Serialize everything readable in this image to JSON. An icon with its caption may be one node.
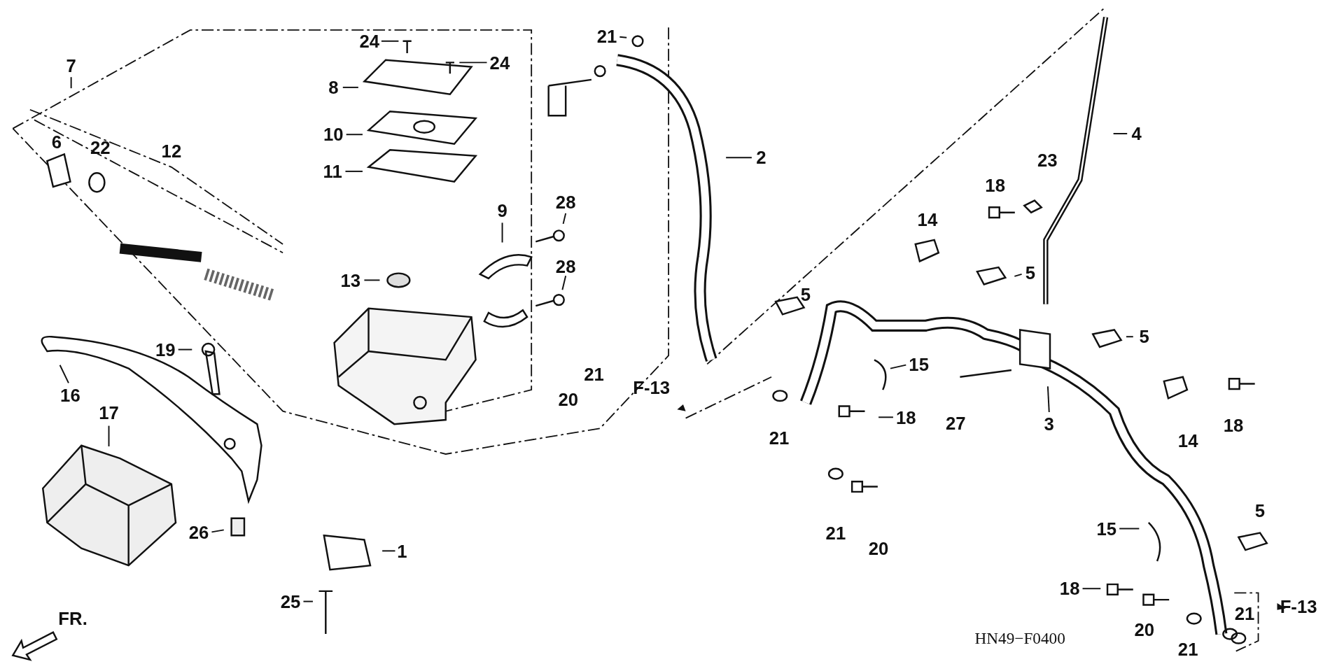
{
  "diagram": {
    "nodes": [
      {
        "text": [
          "7"
        ]
      },
      {
        "text": [
          "24"
        ]
      },
      {
        "text": [
          "24"
        ]
      },
      {
        "text": [
          "21"
        ]
      },
      {
        "text": [
          "8"
        ]
      },
      {
        "text": [
          "10"
        ]
      },
      {
        "text": [
          "11"
        ]
      },
      {
        "text": [
          "4"
        ]
      },
      {
        "text": [
          "2"
        ]
      },
      {
        "text": [
          "9"
        ]
      },
      {
        "text": [
          "28"
        ]
      },
      {
        "text": [
          "28"
        ]
      },
      {
        "text": [
          "5"
        ]
      },
      {
        "text": [
          "13"
        ]
      },
      {
        "text": [
          "5"
        ]
      },
      {
        "text": [
          "19"
        ]
      },
      {
        "text": [
          "15"
        ]
      },
      {
        "text": [
          "16"
        ]
      },
      {
        "text": [
          "17"
        ]
      },
      {
        "text": [
          "18"
        ]
      },
      {
        "text": [
          "3"
        ]
      },
      {
        "text": [
          "15"
        ]
      },
      {
        "text": [
          "26"
        ]
      },
      {
        "text": [
          "1"
        ]
      },
      {
        "text": [
          "18"
        ]
      },
      {
        "text": [
          "25"
        ]
      }
    ],
    "edges": [
      {
        "from": 0,
        "to": null,
        "arrow": "none"
      },
      {
        "from": 1,
        "to": null,
        "arrow": "none"
      },
      {
        "from": 2,
        "to": null,
        "arrow": "none"
      },
      {
        "from": 3,
        "to": null,
        "arrow": "none"
      },
      {
        "from": 4,
        "to": null,
        "arrow": "none"
      },
      {
        "from": 5,
        "to": null,
        "arrow": "none"
      },
      {
        "from": 6,
        "to": null,
        "arrow": "none"
      },
      {
        "from": 7,
        "to": null,
        "arrow": "none"
      },
      {
        "from": 8,
        "to": null,
        "arrow": "none"
      },
      {
        "from": 9,
        "to": null,
        "arrow": "none"
      },
      {
        "from": 10,
        "to": null,
        "arrow": "none"
      },
      {
        "from": 11,
        "to": null,
        "arrow": "none"
      },
      {
        "from": 12,
        "to": null,
        "arrow": "none"
      },
      {
        "from": 13,
        "to": null,
        "arrow": "none"
      },
      {
        "from": 14,
        "to": null,
        "arrow": "none"
      },
      {
        "from": 15,
        "to": null,
        "arrow": "none"
      },
      {
        "from": 16,
        "to": null,
        "arrow": "none"
      },
      {
        "from": 17,
        "to": null,
        "arrow": "none"
      },
      {
        "from": 18,
        "to": null,
        "arrow": "none"
      },
      {
        "from": 19,
        "to": null,
        "arrow": "none"
      },
      {
        "from": 20,
        "to": null,
        "arrow": "none"
      },
      {
        "from": 21,
        "to": null,
        "arrow": "none"
      },
      {
        "from": 22,
        "to": null,
        "arrow": "none"
      },
      {
        "from": 23,
        "to": null,
        "arrow": "none"
      },
      {
        "from": 24,
        "to": null,
        "arrow": "none"
      },
      {
        "from": 25,
        "to": null,
        "arrow": "none"
      }
    ],
    "labels": [
      "12",
      "6",
      "22",
      "23",
      "18",
      "14",
      "5",
      "21",
      "F-13",
      "20",
      "27",
      "18",
      "21",
      "14",
      "5",
      "21",
      "20",
      "F-13",
      "21",
      "FR.",
      "20",
      "HN49−F0400",
      "21"
    ]
  }
}
